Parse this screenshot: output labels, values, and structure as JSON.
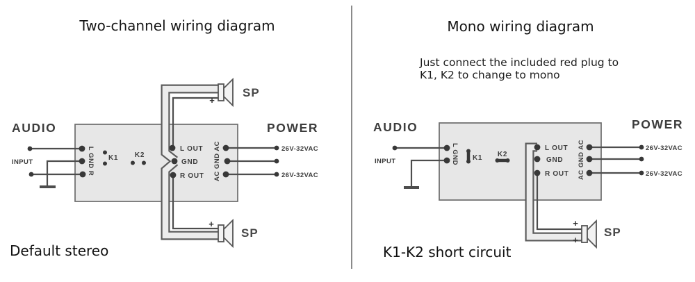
{
  "left_panel": {
    "title": "Two-channel wiring diagram",
    "caption": "Default stereo",
    "audio": {
      "label": "AUDIO",
      "input": "INPUT"
    },
    "power": {
      "label": "POWER",
      "terminal_top": "26V-32VAC",
      "terminal_bottom": "26V-32VAC"
    },
    "board": {
      "input_column": "L GND R",
      "out_l": "L OUT",
      "out_gnd": "GND",
      "out_r": "R OUT",
      "ac_column": "AC GND AC",
      "k1": "K1",
      "k2": "K2"
    },
    "speaker_top": {
      "label": "SP",
      "polarity": "+"
    },
    "speaker_bottom": {
      "label": "SP",
      "polarity": "+"
    }
  },
  "right_panel": {
    "title": "Mono wiring diagram",
    "note_line1": "Just connect the included red plug to",
    "note_line2": "K1, K2 to change to mono",
    "caption": "K1-K2 short circuit",
    "audio": {
      "label": "AUDIO",
      "input": "INPUT"
    },
    "power": {
      "label": "POWER",
      "terminal_top": "26V-32VAC",
      "terminal_bottom": "26V-32VAC"
    },
    "board": {
      "input_column": "L GND",
      "out_l": "L OUT",
      "out_gnd": "GND",
      "out_r": "R OUT",
      "ac_column": "AC GND AC",
      "k1": "K1",
      "k2": "K2"
    },
    "speaker": {
      "label": "SP",
      "polarity_top": "+",
      "polarity_bottom": "+"
    }
  },
  "colors": {
    "wire": "#4d4d4d",
    "board_fill": "#e7e7e7",
    "board_stroke": "#6b6b6b",
    "label": "#3d3d3d",
    "title": "#151515"
  }
}
